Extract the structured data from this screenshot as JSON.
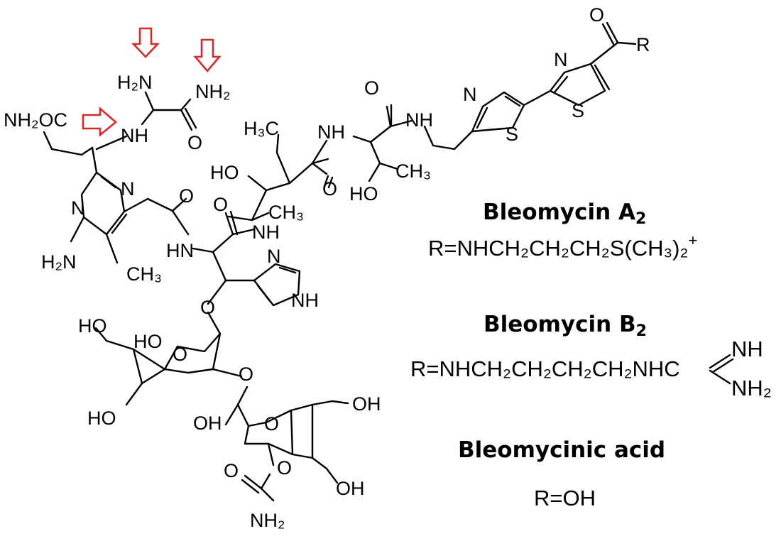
{
  "atoms": {
    "h2n_top": "H₂N",
    "nh2_top": "NH₂",
    "nh_top": "NH",
    "o_top": "O",
    "nh2oc": "NH₂OC",
    "n_pyr1": "N",
    "n_pyr2": "N",
    "h2n_pyr": "H₂N",
    "ch3_pyr": "CH₃",
    "o_amide1": "O",
    "hn_his": "HN",
    "o_his_co": "O",
    "nh_his": "NH",
    "n_imid": "N",
    "nh_imid": "NH",
    "o_link": "O",
    "h3c_val": "H₃C",
    "ho_val": "HO",
    "o_val": "O",
    "ch3_val": "CH₃",
    "nh_thr": "NH",
    "o_thr1": "O",
    "nh_thr2": "NH",
    "ho_thr": "HO",
    "ch3_thr": "CH₃",
    "n_thz1": "N",
    "s_thz1": "S",
    "n_thz2": "N",
    "s_thz2": "S",
    "o_r": "O",
    "r": "R",
    "ho_sug1a": "HO",
    "ho_sug1b": "HO",
    "o_ring1": "O",
    "ho_sug1c": "HO",
    "o_glyc": "O",
    "oh_sug2a": "OH",
    "o_ring2": "O",
    "oh_sug2b": "OH",
    "oh_sug2c": "OH",
    "o_carb1": "O",
    "o_carb2": "O",
    "nh2_carb": "NH₂"
  },
  "legend": {
    "a2_title": "Bleomycin A",
    "a2_sub": "2",
    "a2_formula": "R=NHCH₂CH₂CH₂S(CH₃)₂",
    "a2_charge": "+",
    "b2_title": "Bleomycin B",
    "b2_sub": "2",
    "b2_formula": "R=NHCH₂CH₂CH₂CH₂NHC",
    "b2_nh": "NH",
    "b2_nh2": "NH₂",
    "acid_title": "Bleomycinic acid",
    "acid_formula": "R=OH"
  },
  "colors": {
    "arrow": "#d42a2a"
  }
}
